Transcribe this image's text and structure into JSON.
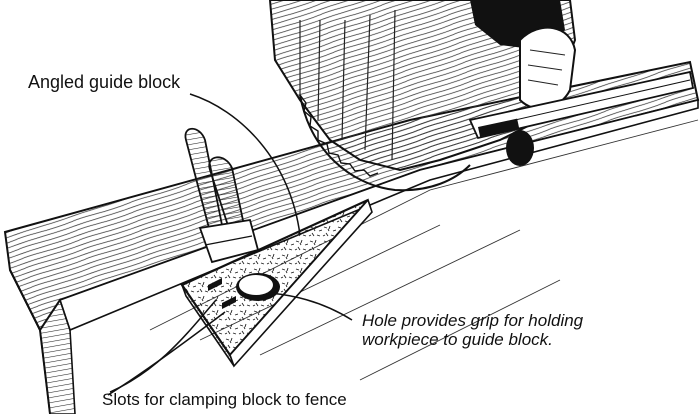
{
  "diagram": {
    "labels": {
      "guide_block": "Angled guide block",
      "hole_line1": "Hole provides grip for holding",
      "hole_line2": "workpiece to guide block.",
      "slots": "Slots for clamping block to fence"
    },
    "colors": {
      "ink": "#111111",
      "paper": "#ffffff"
    }
  }
}
